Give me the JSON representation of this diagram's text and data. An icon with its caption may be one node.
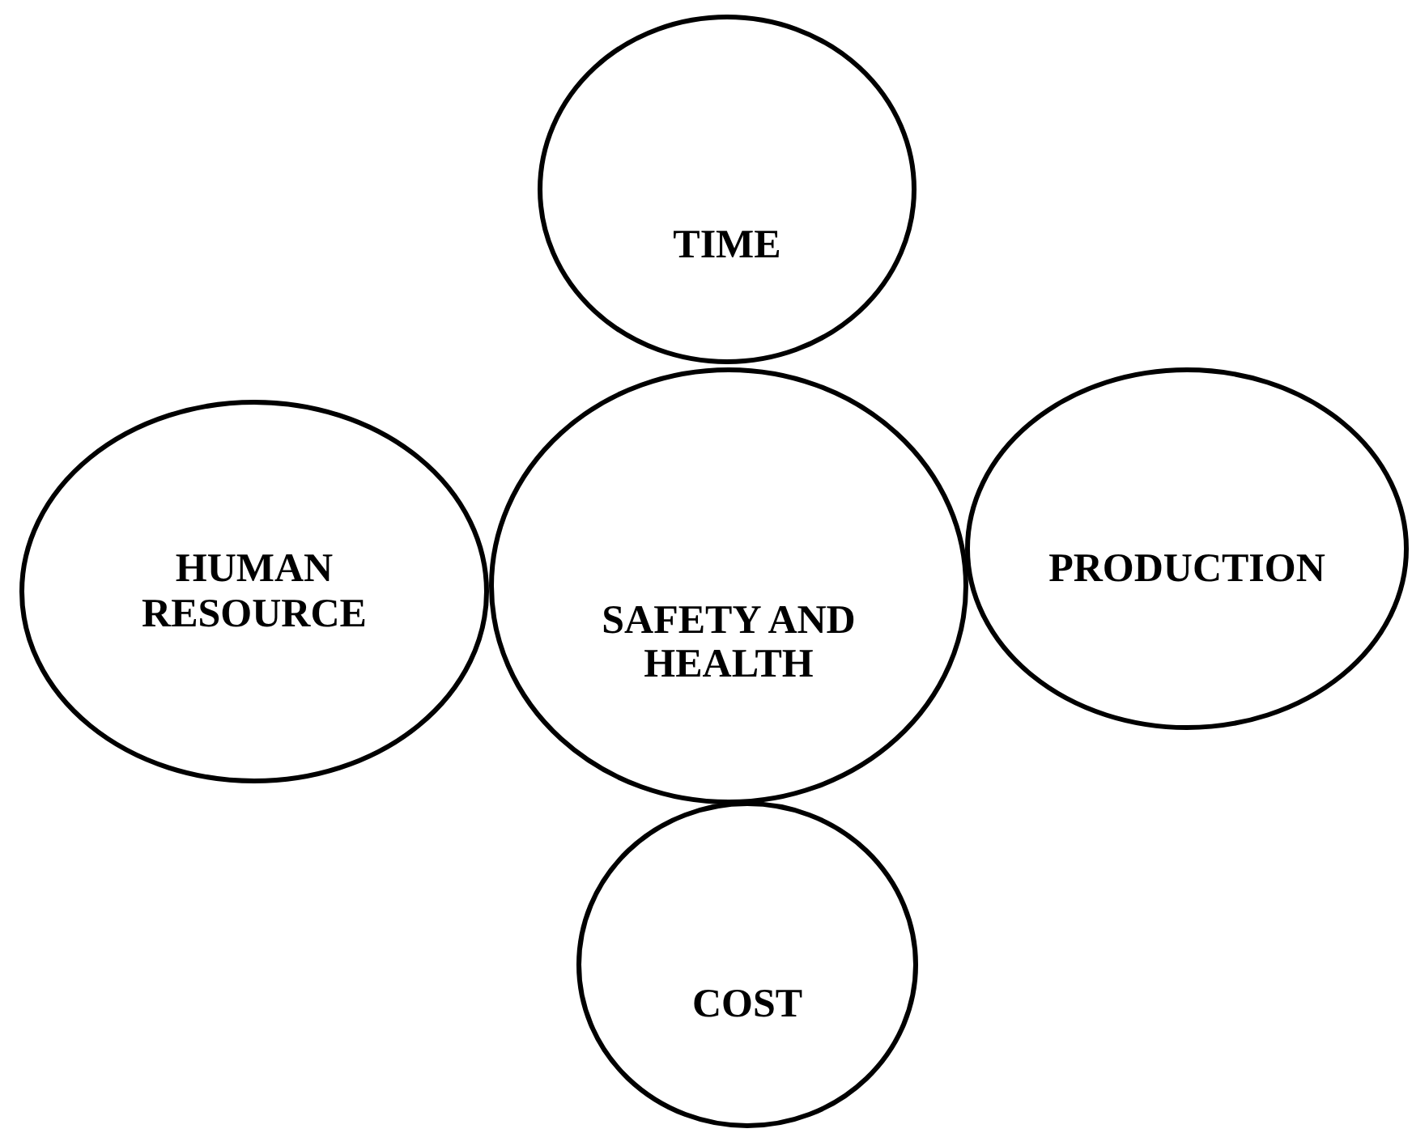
{
  "diagram": {
    "nodes": [
      {
        "text": [
          "TIME"
        ]
      },
      {
        "text": [
          "HUMAN RESOURCE"
        ]
      },
      {
        "text": [
          "SAFETY AND HEALTH"
        ]
      },
      {
        "text": [
          "PRODUCTION"
        ]
      },
      {
        "text": [
          "COST"
        ]
      }
    ]
  }
}
